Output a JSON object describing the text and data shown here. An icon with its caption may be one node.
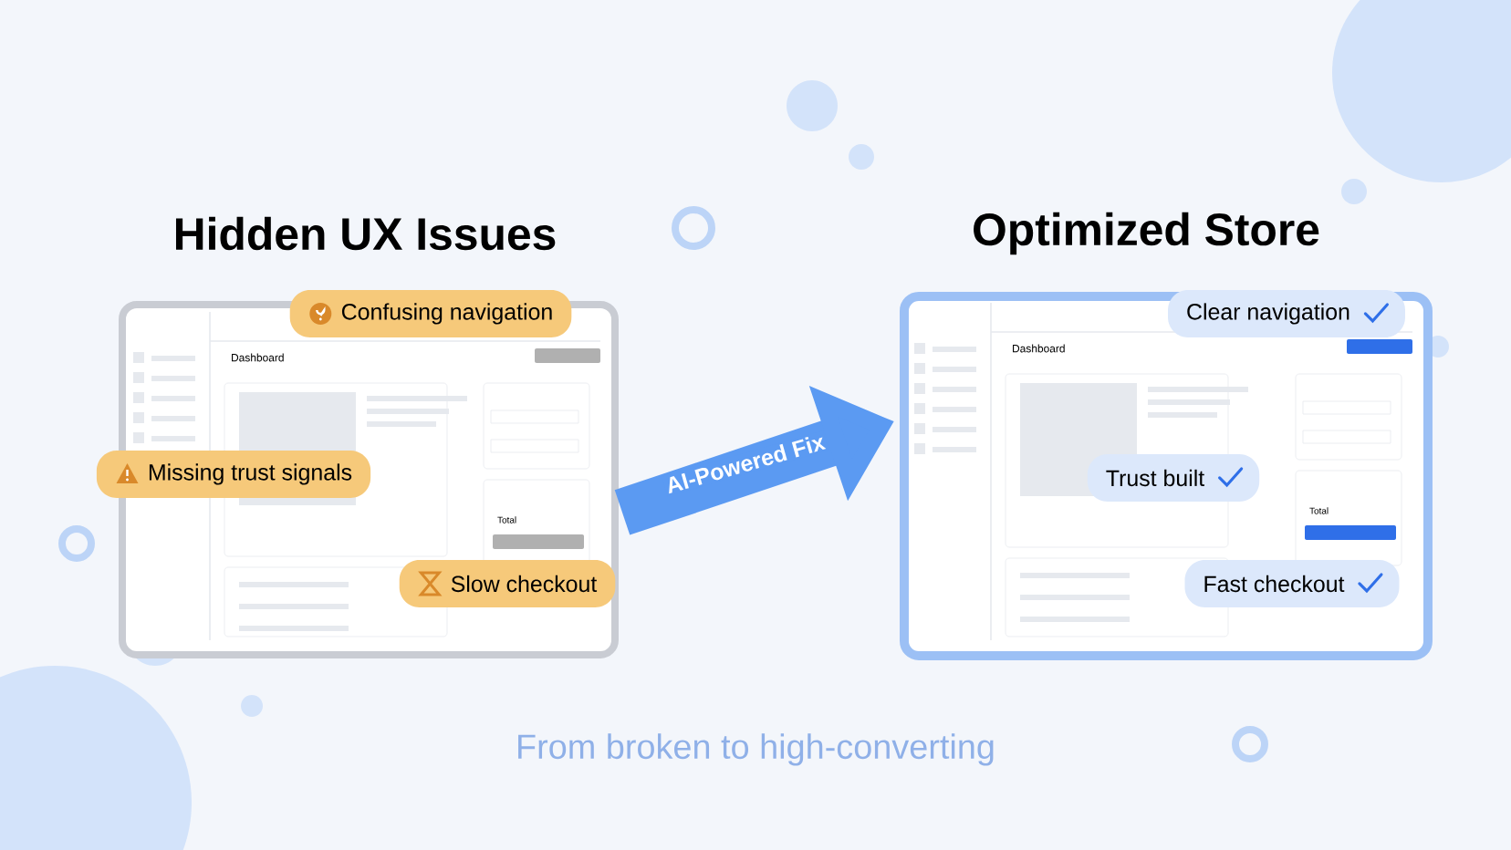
{
  "diagram": {
    "caption": "From broken to high-converting",
    "nodes": [
      {
        "text": [
          "Hidden UX Issues"
        ]
      },
      {
        "text": [
          "Optimized Store"
        ]
      },
      {
        "text": [
          "Confusing navigation"
        ]
      },
      {
        "text": [
          "Missing trust signals"
        ]
      },
      {
        "text": [
          "Slow checkout"
        ],
        "in": 0
      },
      {
        "text": [
          "Clear navigation"
        ]
      },
      {
        "text": [
          "Trust built"
        ],
        "in": 1
      },
      {
        "text": [
          "Fast checkout"
        ],
        "in": 1
      }
    ],
    "edges": [
      {
        "from": 0,
        "to": 1,
        "arrow": "to",
        "label": "AI-Powered Fix"
      }
    ],
    "labels": [
      "Dashboard",
      "Total",
      "Dashboard",
      "Total"
    ]
  }
}
